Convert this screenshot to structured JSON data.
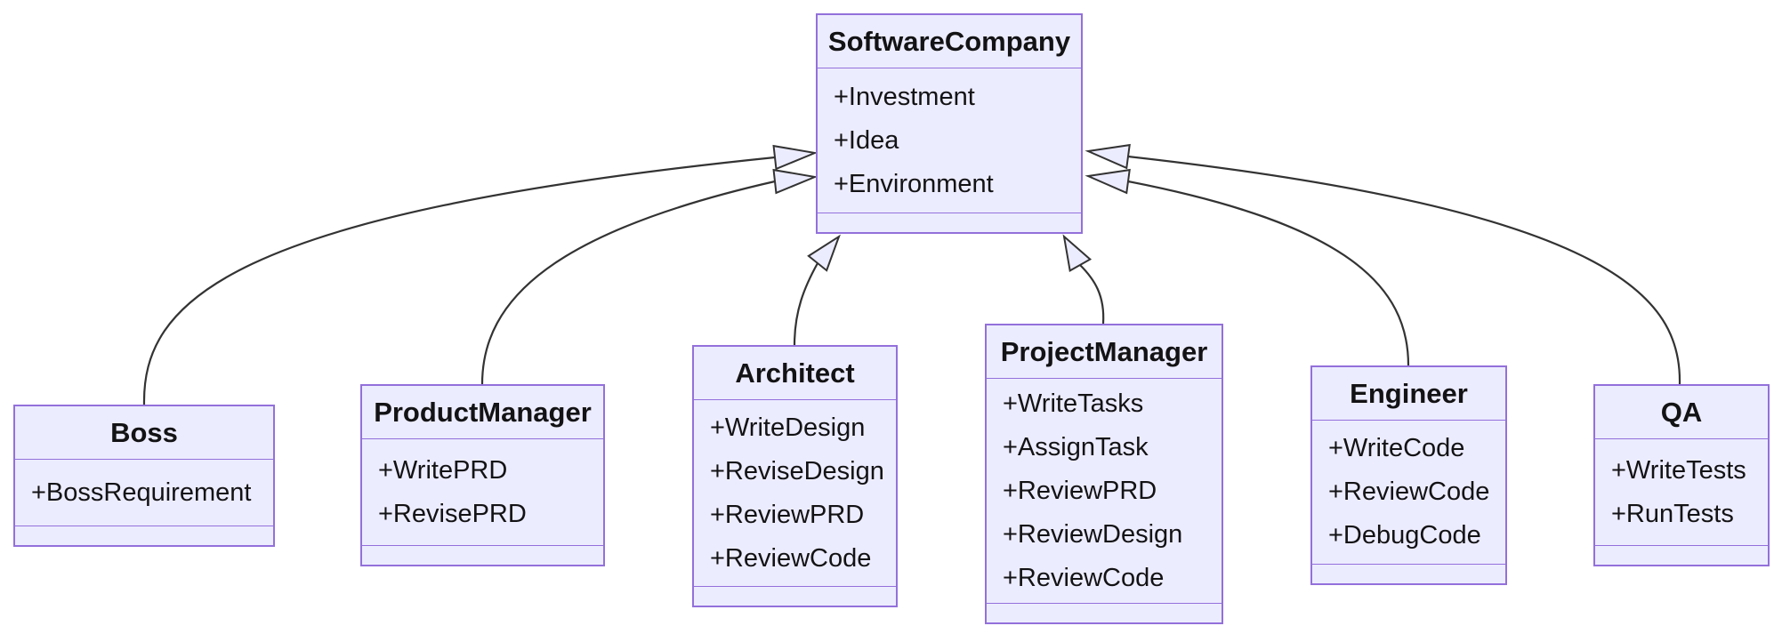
{
  "diagram": {
    "kind": "uml-class-diagram",
    "colors": {
      "background": "#ffffff",
      "node_fill": "#ECECFF",
      "node_border": "#9370DB",
      "edge": "#333333",
      "text": "#131315"
    }
  },
  "classes": [
    {
      "id": "SoftwareCompany",
      "name": "SoftwareCompany",
      "members": [
        "+Investment",
        "+Idea",
        "+Environment"
      ]
    },
    {
      "id": "Boss",
      "name": "Boss",
      "members": [
        "+BossRequirement"
      ]
    },
    {
      "id": "ProductManager",
      "name": "ProductManager",
      "members": [
        "+WritePRD",
        "+RevisePRD"
      ]
    },
    {
      "id": "Architect",
      "name": "Architect",
      "members": [
        "+WriteDesign",
        "+ReviseDesign",
        "+ReviewPRD",
        "+ReviewCode"
      ]
    },
    {
      "id": "ProjectManager",
      "name": "ProjectManager",
      "members": [
        "+WriteTasks",
        "+AssignTask",
        "+ReviewPRD",
        "+ReviewDesign",
        "+ReviewCode"
      ]
    },
    {
      "id": "Engineer",
      "name": "Engineer",
      "members": [
        "+WriteCode",
        "+ReviewCode",
        "+DebugCode"
      ]
    },
    {
      "id": "QA",
      "name": "QA",
      "members": [
        "+WriteTests",
        "+RunTests"
      ]
    }
  ],
  "relations": [
    {
      "from": "Boss",
      "to": "SoftwareCompany",
      "type": "inheritance"
    },
    {
      "from": "ProductManager",
      "to": "SoftwareCompany",
      "type": "inheritance"
    },
    {
      "from": "Architect",
      "to": "SoftwareCompany",
      "type": "inheritance"
    },
    {
      "from": "ProjectManager",
      "to": "SoftwareCompany",
      "type": "inheritance"
    },
    {
      "from": "Engineer",
      "to": "SoftwareCompany",
      "type": "inheritance"
    },
    {
      "from": "QA",
      "to": "SoftwareCompany",
      "type": "inheritance"
    }
  ]
}
